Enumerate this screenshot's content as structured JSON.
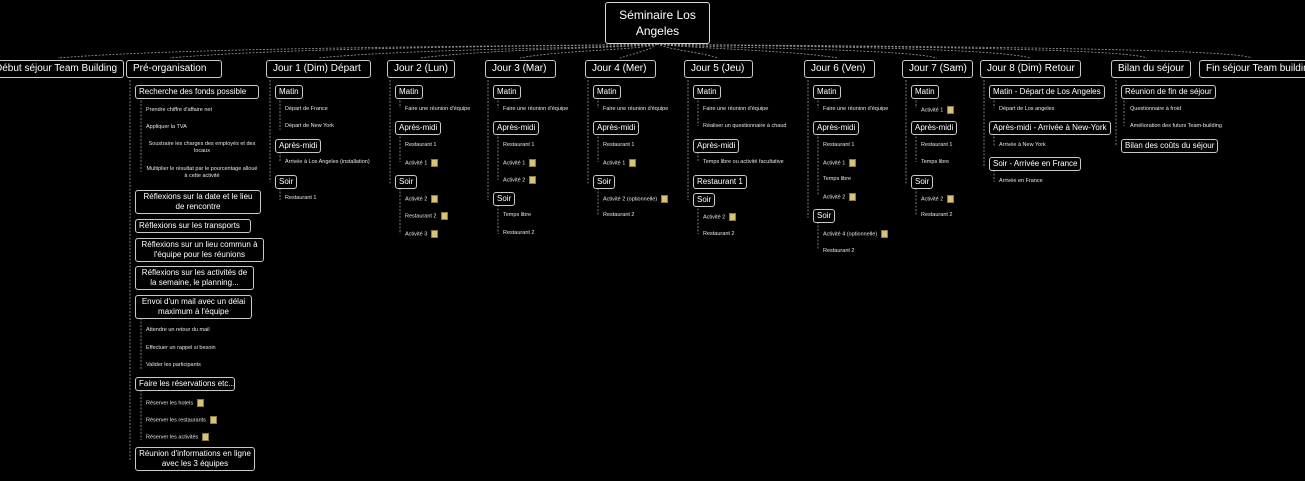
{
  "root": {
    "label": "Séminaire Los Angeles"
  },
  "columns": {
    "debut": "Début séjour Team Building",
    "preorg": "Pré-organisation",
    "j1": "Jour 1 (Dim) Départ",
    "j2": "Jour 2 (Lun)",
    "j3": "Jour 3 (Mar)",
    "j4": "Jour 4 (Mer)",
    "j5": "Jour 5 (Jeu)",
    "j6": "Jour 6 (Ven)",
    "j7": "Jour 7 (Sam)",
    "j8": "Jour 8 (Dim) Retour",
    "bilan": "Bilan du séjour",
    "fin": "Fin séjour Team building"
  },
  "preorg": {
    "fonds": "Recherche des fonds possible",
    "fonds_items": [
      "Prendre chiffre d'affaire net",
      "Appliquer la TVA",
      "Soustraire les charges des employés et des locaux",
      "Multiplier le résultat par le pourcentage alloué à cette activité"
    ],
    "date_lieu": "Réflexions sur la date et le lieu de rencontre",
    "transports": "Réflexions sur les transports",
    "lieu_commun": "Réflexions sur un lieu commun à l'équipe pour les réunions",
    "activites": "Réflexions sur les activités de la semaine, le planning...",
    "mail": "Envoi d'un mail avec un délai maximum à l'équipe",
    "mail_items": [
      "Attendre un retour du mail",
      "Effectuer un rappel si besoin",
      "Valider les participants"
    ],
    "reservations": "Faire les réservations etc...",
    "resa_items": [
      "Réserver les hotels",
      "Réserver les restaurants",
      "Réserver les activités"
    ],
    "reunion": "Réunion d'informations en ligne avec les 3 équipes"
  },
  "labels": {
    "matin": "Matin",
    "apres_midi": "Après-midi",
    "soir": "Soir",
    "restaurant1": "Restaurant 1"
  },
  "leaves": {
    "depart_france": "Départ de France",
    "depart_ny": "Départ de New York",
    "arrivee_la": "Arrivée à Los Angeles (installation)",
    "restaurant1": "Restaurant 1",
    "restaurant2": "Restaurant 2",
    "reunion_equipe": "Faire une réunion d'équipe",
    "activite1": "Activité 1",
    "activite2": "Activité 2",
    "activite3": "Activité 3",
    "activite2_opt": "Activité 2 (optionnelle)",
    "activite4_opt": "Activité 4 (optionnelle)",
    "temps_libre": "Temps libre",
    "questionnaire_chaud": "Réaliser un questionnaire à chaud",
    "temps_libre_facultative": "Temps libre ou activité facultative",
    "depart_la": "Départ de Los angeles",
    "arrivee_ny": "Arrivée à New York",
    "arrivee_france": "Arrivée en France",
    "questionnaire_froid": "Questionnaire à froid",
    "amelioration": "Amélioration des futurs Team-building"
  },
  "j5": {
    "restaurant1": "Restaurant 1"
  },
  "j8": {
    "matin": "Matin - Départ de Los Angeles",
    "apres_midi": "Après-midi - Arrivée à New-York",
    "soir": "Soir - Arrivée en France"
  },
  "bilan": {
    "reunion_fin": "Réunion de fin de séjour",
    "couts": "Bilan des coûts du séjour"
  }
}
